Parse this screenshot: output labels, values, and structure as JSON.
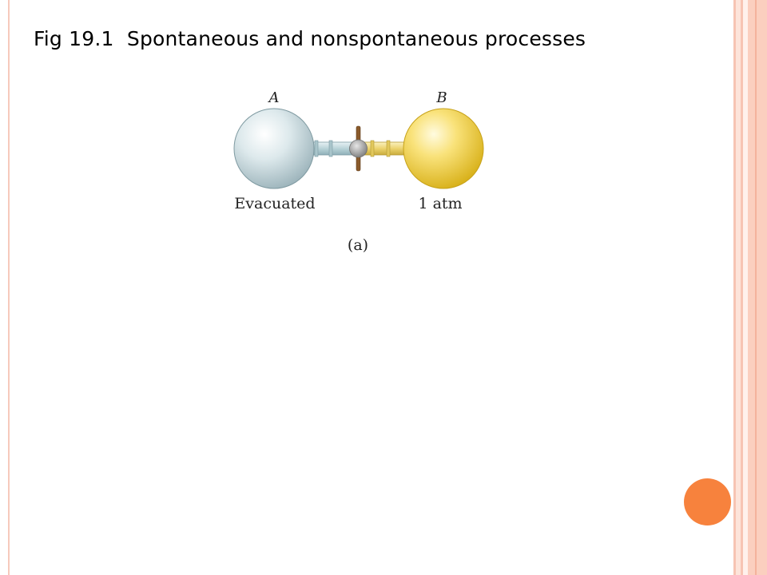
{
  "title": "Fig 19.1  Spontaneous and nonspontaneous processes",
  "figure": {
    "flask_a": {
      "letter": "A",
      "state_label": "Evacuated",
      "color": "#d9e6ea"
    },
    "flask_b": {
      "letter": "B",
      "state_label": "1 atm",
      "color": "#f6d743"
    },
    "panel_label": "(a)",
    "stopcock_color": "#9a9a9a",
    "tube_color_a": "#b9d3d8",
    "tube_color_b": "#e8d47a"
  },
  "theme": {
    "accent_orange": "#f7823d",
    "stripe_color": "#fbcfbf"
  }
}
